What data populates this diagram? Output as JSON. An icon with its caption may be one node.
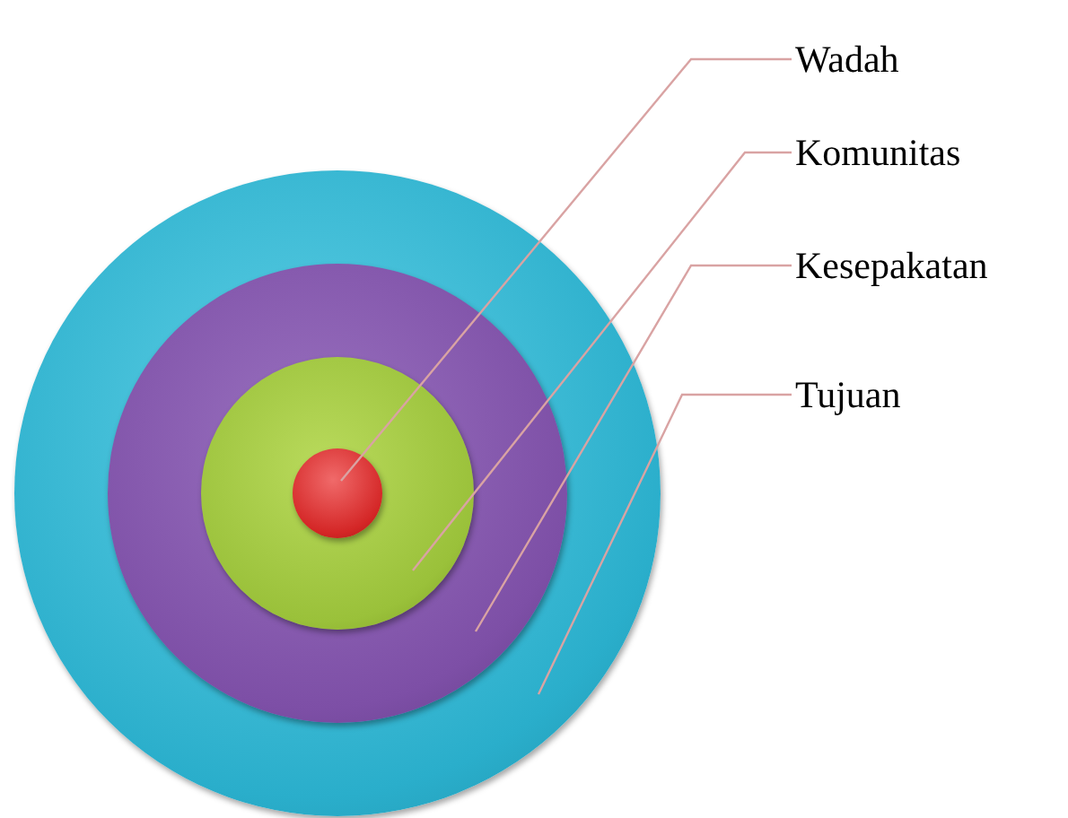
{
  "diagram": {
    "nodes": [
      {
        "text": [],
        "shape": "circle"
      },
      {
        "text": [],
        "shape": "circle",
        "in": 0
      },
      {
        "text": [],
        "shape": "circle",
        "in": 1
      },
      {
        "text": [],
        "shape": "circle",
        "in": 2
      },
      {
        "text": [
          "Wadah"
        ]
      },
      {
        "text": [
          "Komunitas"
        ]
      },
      {
        "text": [
          "Kesepakatan"
        ]
      },
      {
        "text": [
          "Tujuan"
        ]
      }
    ],
    "edges": [
      {
        "from": 4,
        "to": 3,
        "arrow": "none"
      },
      {
        "from": 5,
        "to": 2,
        "arrow": "none"
      },
      {
        "from": 6,
        "to": 1,
        "arrow": "none"
      },
      {
        "from": 7,
        "to": 0,
        "arrow": "none"
      }
    ]
  }
}
